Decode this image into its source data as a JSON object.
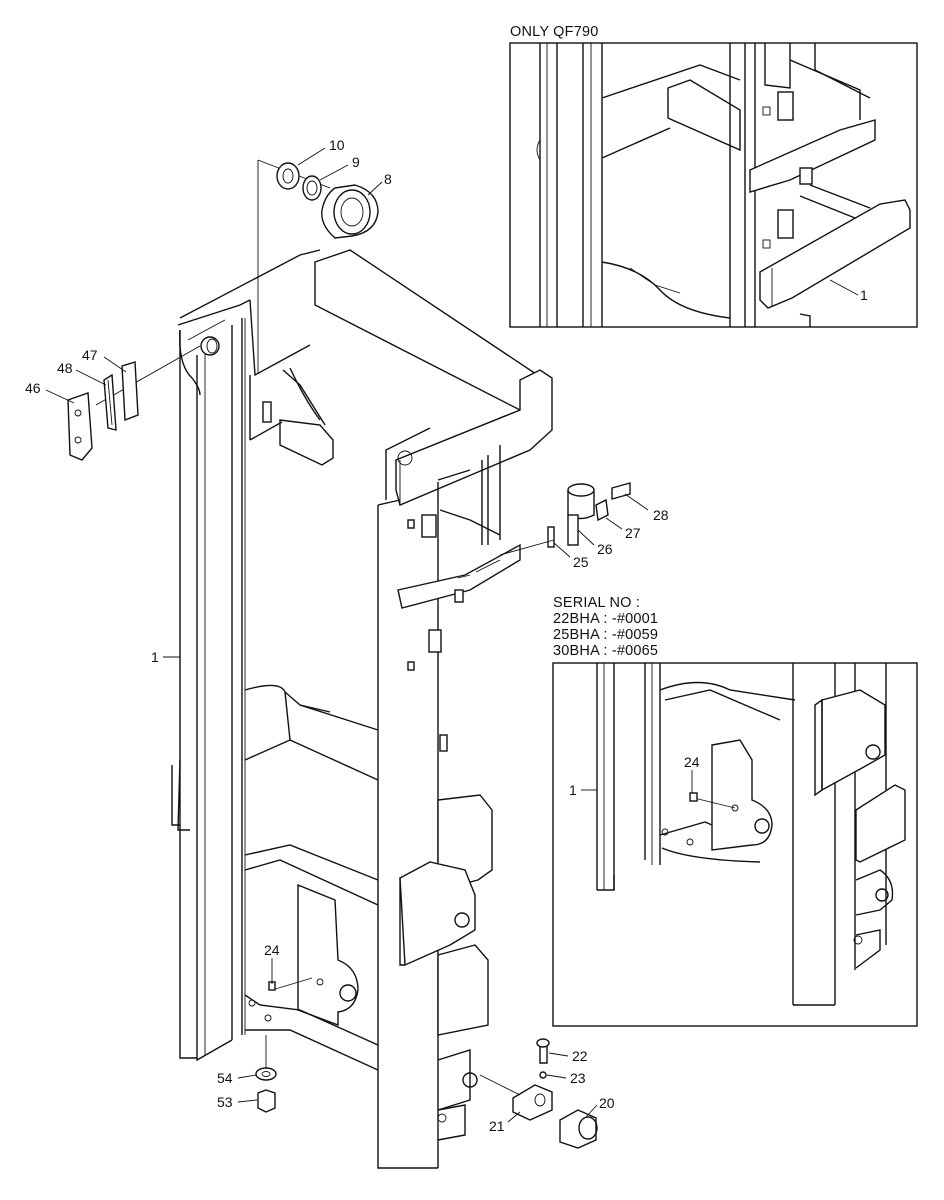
{
  "insets": {
    "top": {
      "caption": "ONLY QF790"
    },
    "middle": {
      "serial_lines": [
        "SERIAL NO :",
        "22BHA : -#0001",
        "25BHA : -#0059",
        "30BHA : -#0065"
      ]
    }
  },
  "callouts": {
    "p10": "10",
    "p9": "9",
    "p8": "8",
    "p47": "47",
    "p48": "48",
    "p46": "46",
    "p1_main": "1",
    "p1_top_inset": "1",
    "p1_mid_inset": "1",
    "p28": "28",
    "p27": "27",
    "p26": "26",
    "p25": "25",
    "p24_main": "24",
    "p24_inset": "24",
    "p22": "22",
    "p23": "23",
    "p20": "20",
    "p21": "21",
    "p54": "54",
    "p53": "53"
  }
}
